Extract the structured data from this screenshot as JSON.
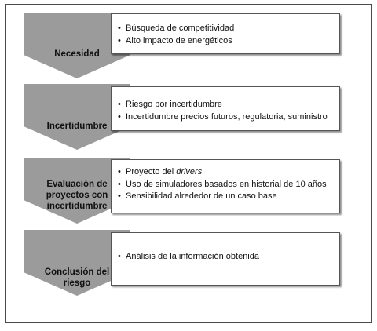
{
  "stages": [
    {
      "label_lines": [
        "Necesidad"
      ],
      "bullets": [
        [
          "Búsqueda de competitividad"
        ],
        [
          "Alto impacto de energéticos"
        ]
      ]
    },
    {
      "label_lines": [
        "Incertidumbre"
      ],
      "bullets": [
        [
          "Riesgo por incertidumbre"
        ],
        [
          "Incertidumbre precios futuros, regulatoria, suministro"
        ]
      ]
    },
    {
      "label_lines": [
        "Evaluación de",
        "proyectos con",
        "incertidumbre"
      ],
      "bullets": [
        [
          "Proyecto del ",
          "drivers"
        ],
        [
          "Uso de simuladores basados en historial de 10 años"
        ],
        [
          "Sensibilidad alrededor de un caso base"
        ]
      ]
    },
    {
      "label_lines": [
        "Conclusión del",
        "riesgo"
      ],
      "bullets": [
        [
          "Análisis de la información obtenida"
        ]
      ]
    }
  ],
  "colors": {
    "chevron_fill": "#9b9b9b",
    "box_border": "#555555",
    "frame_border": "#4a4a4a"
  }
}
